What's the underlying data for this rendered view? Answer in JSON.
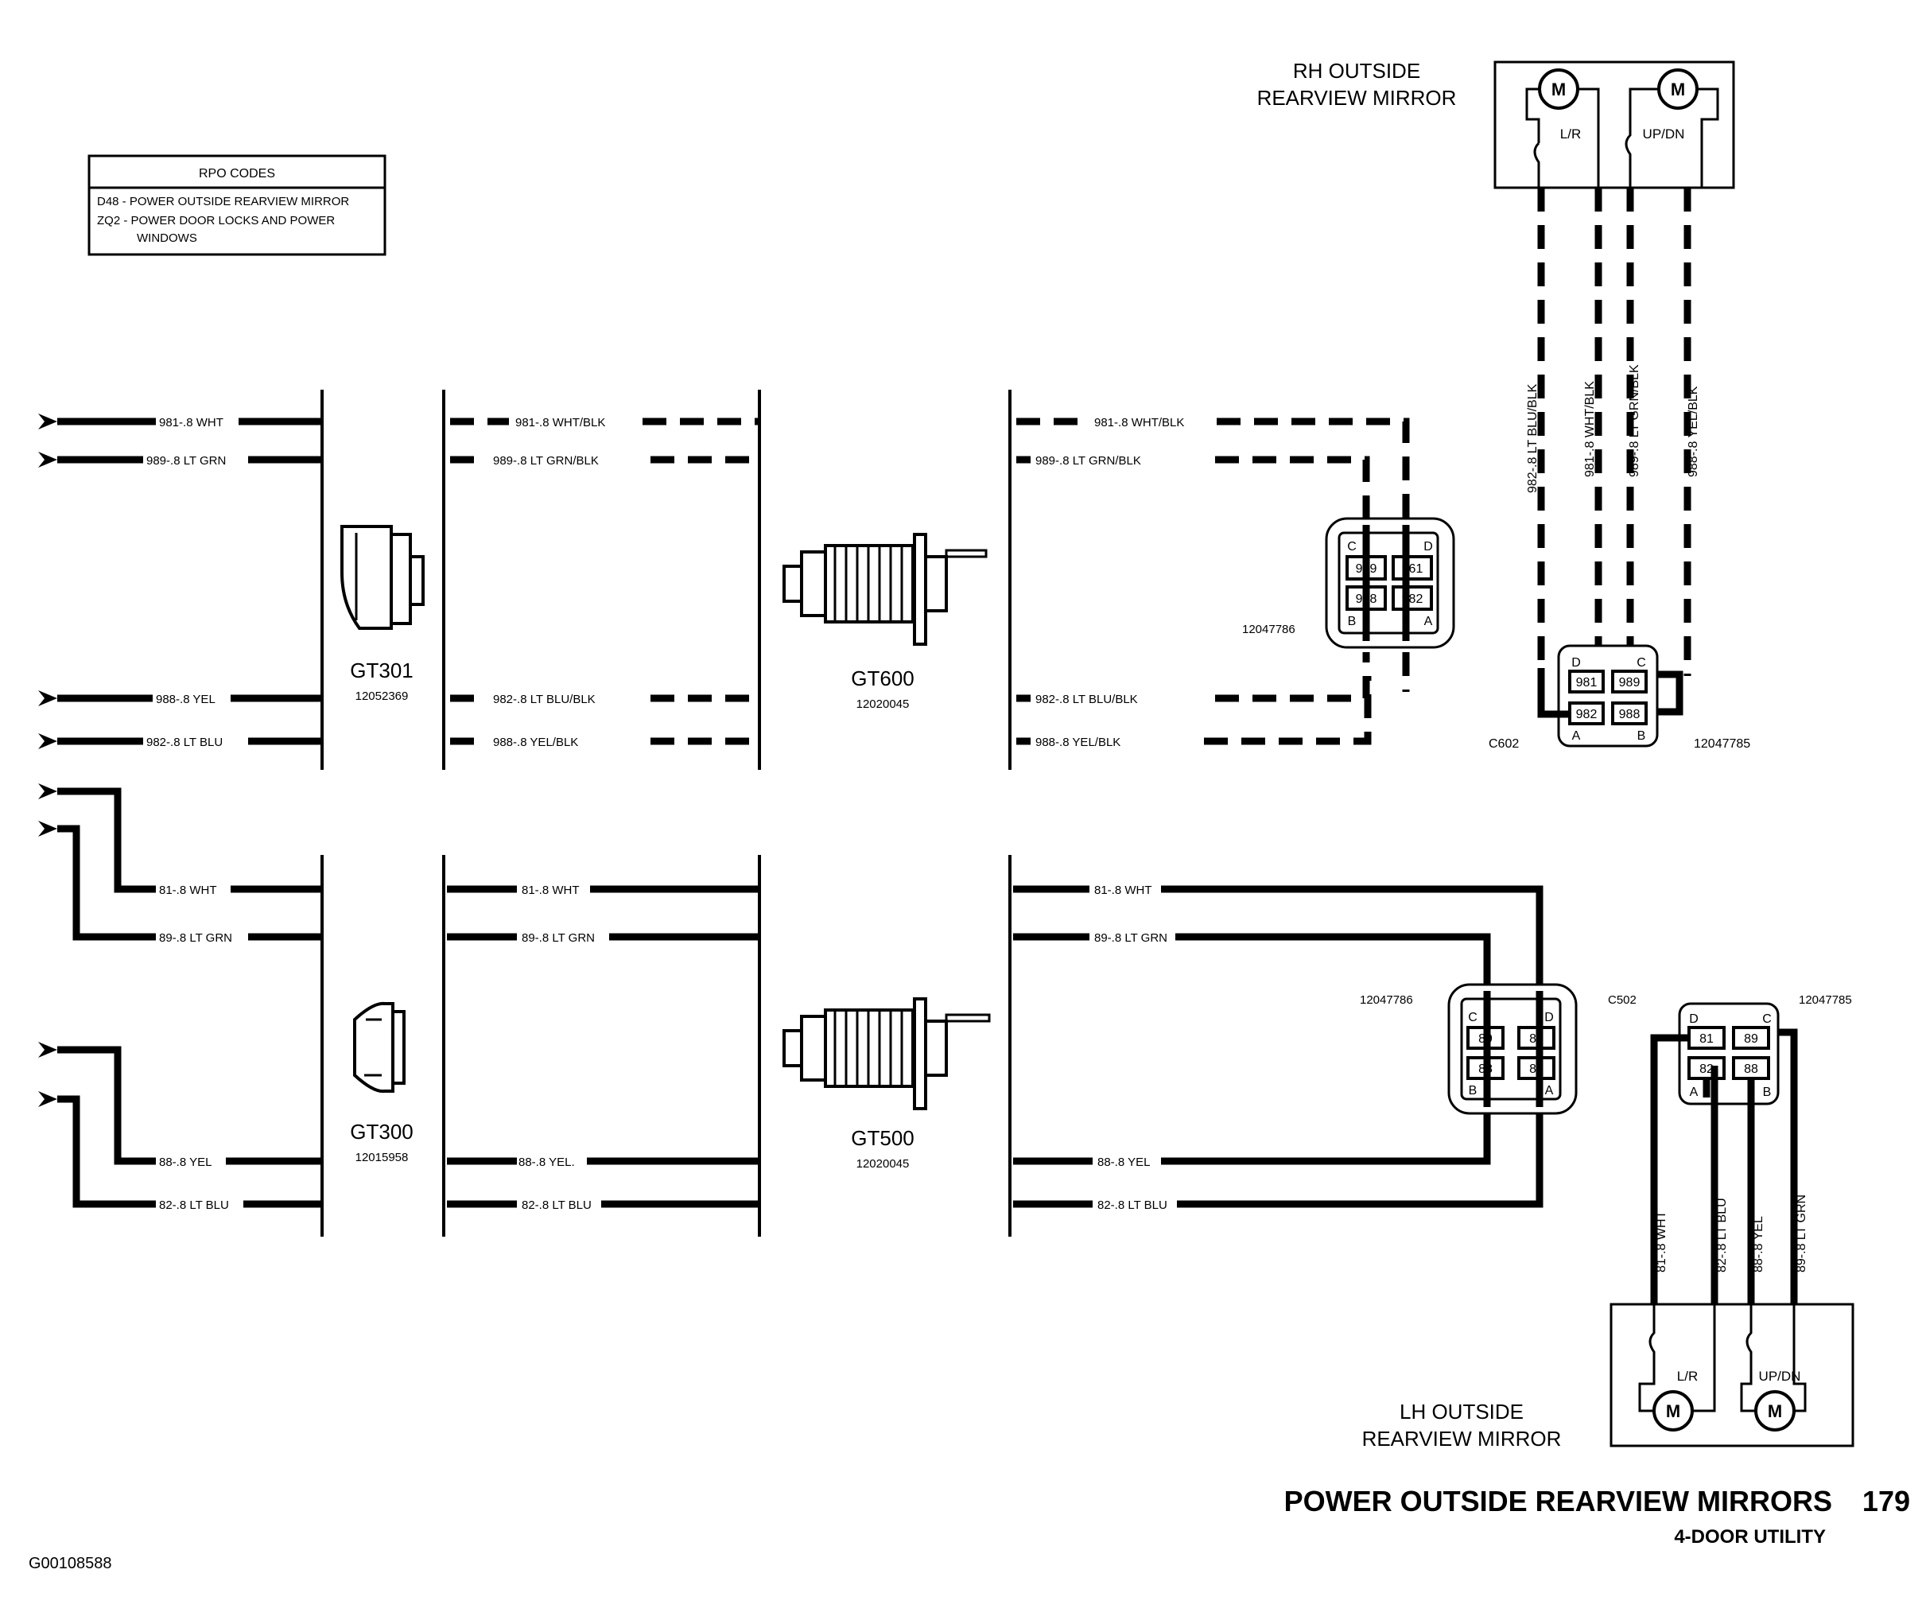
{
  "rpo": {
    "title": "RPO CODES",
    "line1": "D48 - POWER OUTSIDE REARVIEW MIRROR",
    "line2": "ZQ2 - POWER DOOR LOCKS AND POWER",
    "line3": "WINDOWS"
  },
  "rh_mirror": {
    "label1": "RH OUTSIDE",
    "label2": "REARVIEW MIRROR",
    "motor": "M",
    "lr": "L/R",
    "updn": "UP/DN",
    "wires": [
      "982-.8 LT BLU/BLK",
      "981-.8 WHT/BLK",
      "989-.8 LT GRN/BLK",
      "988-.8 YEL/BLK"
    ]
  },
  "lh_mirror": {
    "label1": "LH OUTSIDE",
    "label2": "REARVIEW MIRROR",
    "motor": "M",
    "lr": "L/R",
    "updn": "UP/DN",
    "wires": [
      "81-.8 WHT",
      "82-.8 LT BLU",
      "88-.8 YEL",
      "89-.8 LT GRN"
    ]
  },
  "upper": {
    "left_wires": [
      "981-.8 WHT",
      "989-.8 LT GRN",
      "988-.8 YEL",
      "982-.8 LT BLU"
    ],
    "mid_wires": [
      "981-.8 WHT/BLK",
      "989-.8 LT GRN/BLK",
      "982-.8 LT BLU/BLK",
      "988-.8 YEL/BLK"
    ],
    "right_wires": [
      "981-.8 WHT/BLK",
      "989-.8 LT GRN/BLK",
      "982-.8 LT BLU/BLK",
      "988-.8 YEL/BLK"
    ],
    "grommet_name": "GT301",
    "grommet_part": "12052369",
    "boot_name": "GT600",
    "boot_part": "12020045",
    "conn1_part": "12047786",
    "conn1_cells": [
      "989",
      "961",
      "988",
      "982"
    ],
    "conn1_letters": [
      "C",
      "D",
      "B",
      "A"
    ],
    "conn2_name": "C602",
    "conn2_part": "12047785",
    "conn2_cells": [
      "981",
      "989",
      "982",
      "988"
    ],
    "conn2_letters": [
      "D",
      "C",
      "A",
      "B"
    ]
  },
  "lower": {
    "left_wires": [
      "81-.8 WHT",
      "89-.8 LT GRN",
      "88-.8 YEL",
      "82-.8 LT BLU"
    ],
    "mid_wires": [
      "81-.8 WHT",
      "89-.8 LT GRN",
      "88-.8 YEL.",
      "82-.8 LT BLU"
    ],
    "right_wires": [
      "81-.8 WHT",
      "89-.8 LT GRN",
      "88-.8 YEL",
      "82-.8 LT BLU"
    ],
    "grommet_name": "GT300",
    "grommet_part": "12015958",
    "boot_name": "GT500",
    "boot_part": "12020045",
    "conn1_part": "12047786",
    "conn1_cells": [
      "89",
      "81",
      "88",
      "82"
    ],
    "conn1_letters": [
      "C",
      "D",
      "B",
      "A"
    ],
    "conn2_name": "C502",
    "conn2_part": "12047785",
    "conn2_cells": [
      "81",
      "89",
      "82",
      "88"
    ],
    "conn2_letters": [
      "D",
      "C",
      "A",
      "B"
    ]
  },
  "footer": {
    "title": "POWER OUTSIDE REARVIEW MIRRORS",
    "page": "179",
    "subtitle": "4-DOOR UTILITY",
    "figure_id": "G00108588"
  }
}
